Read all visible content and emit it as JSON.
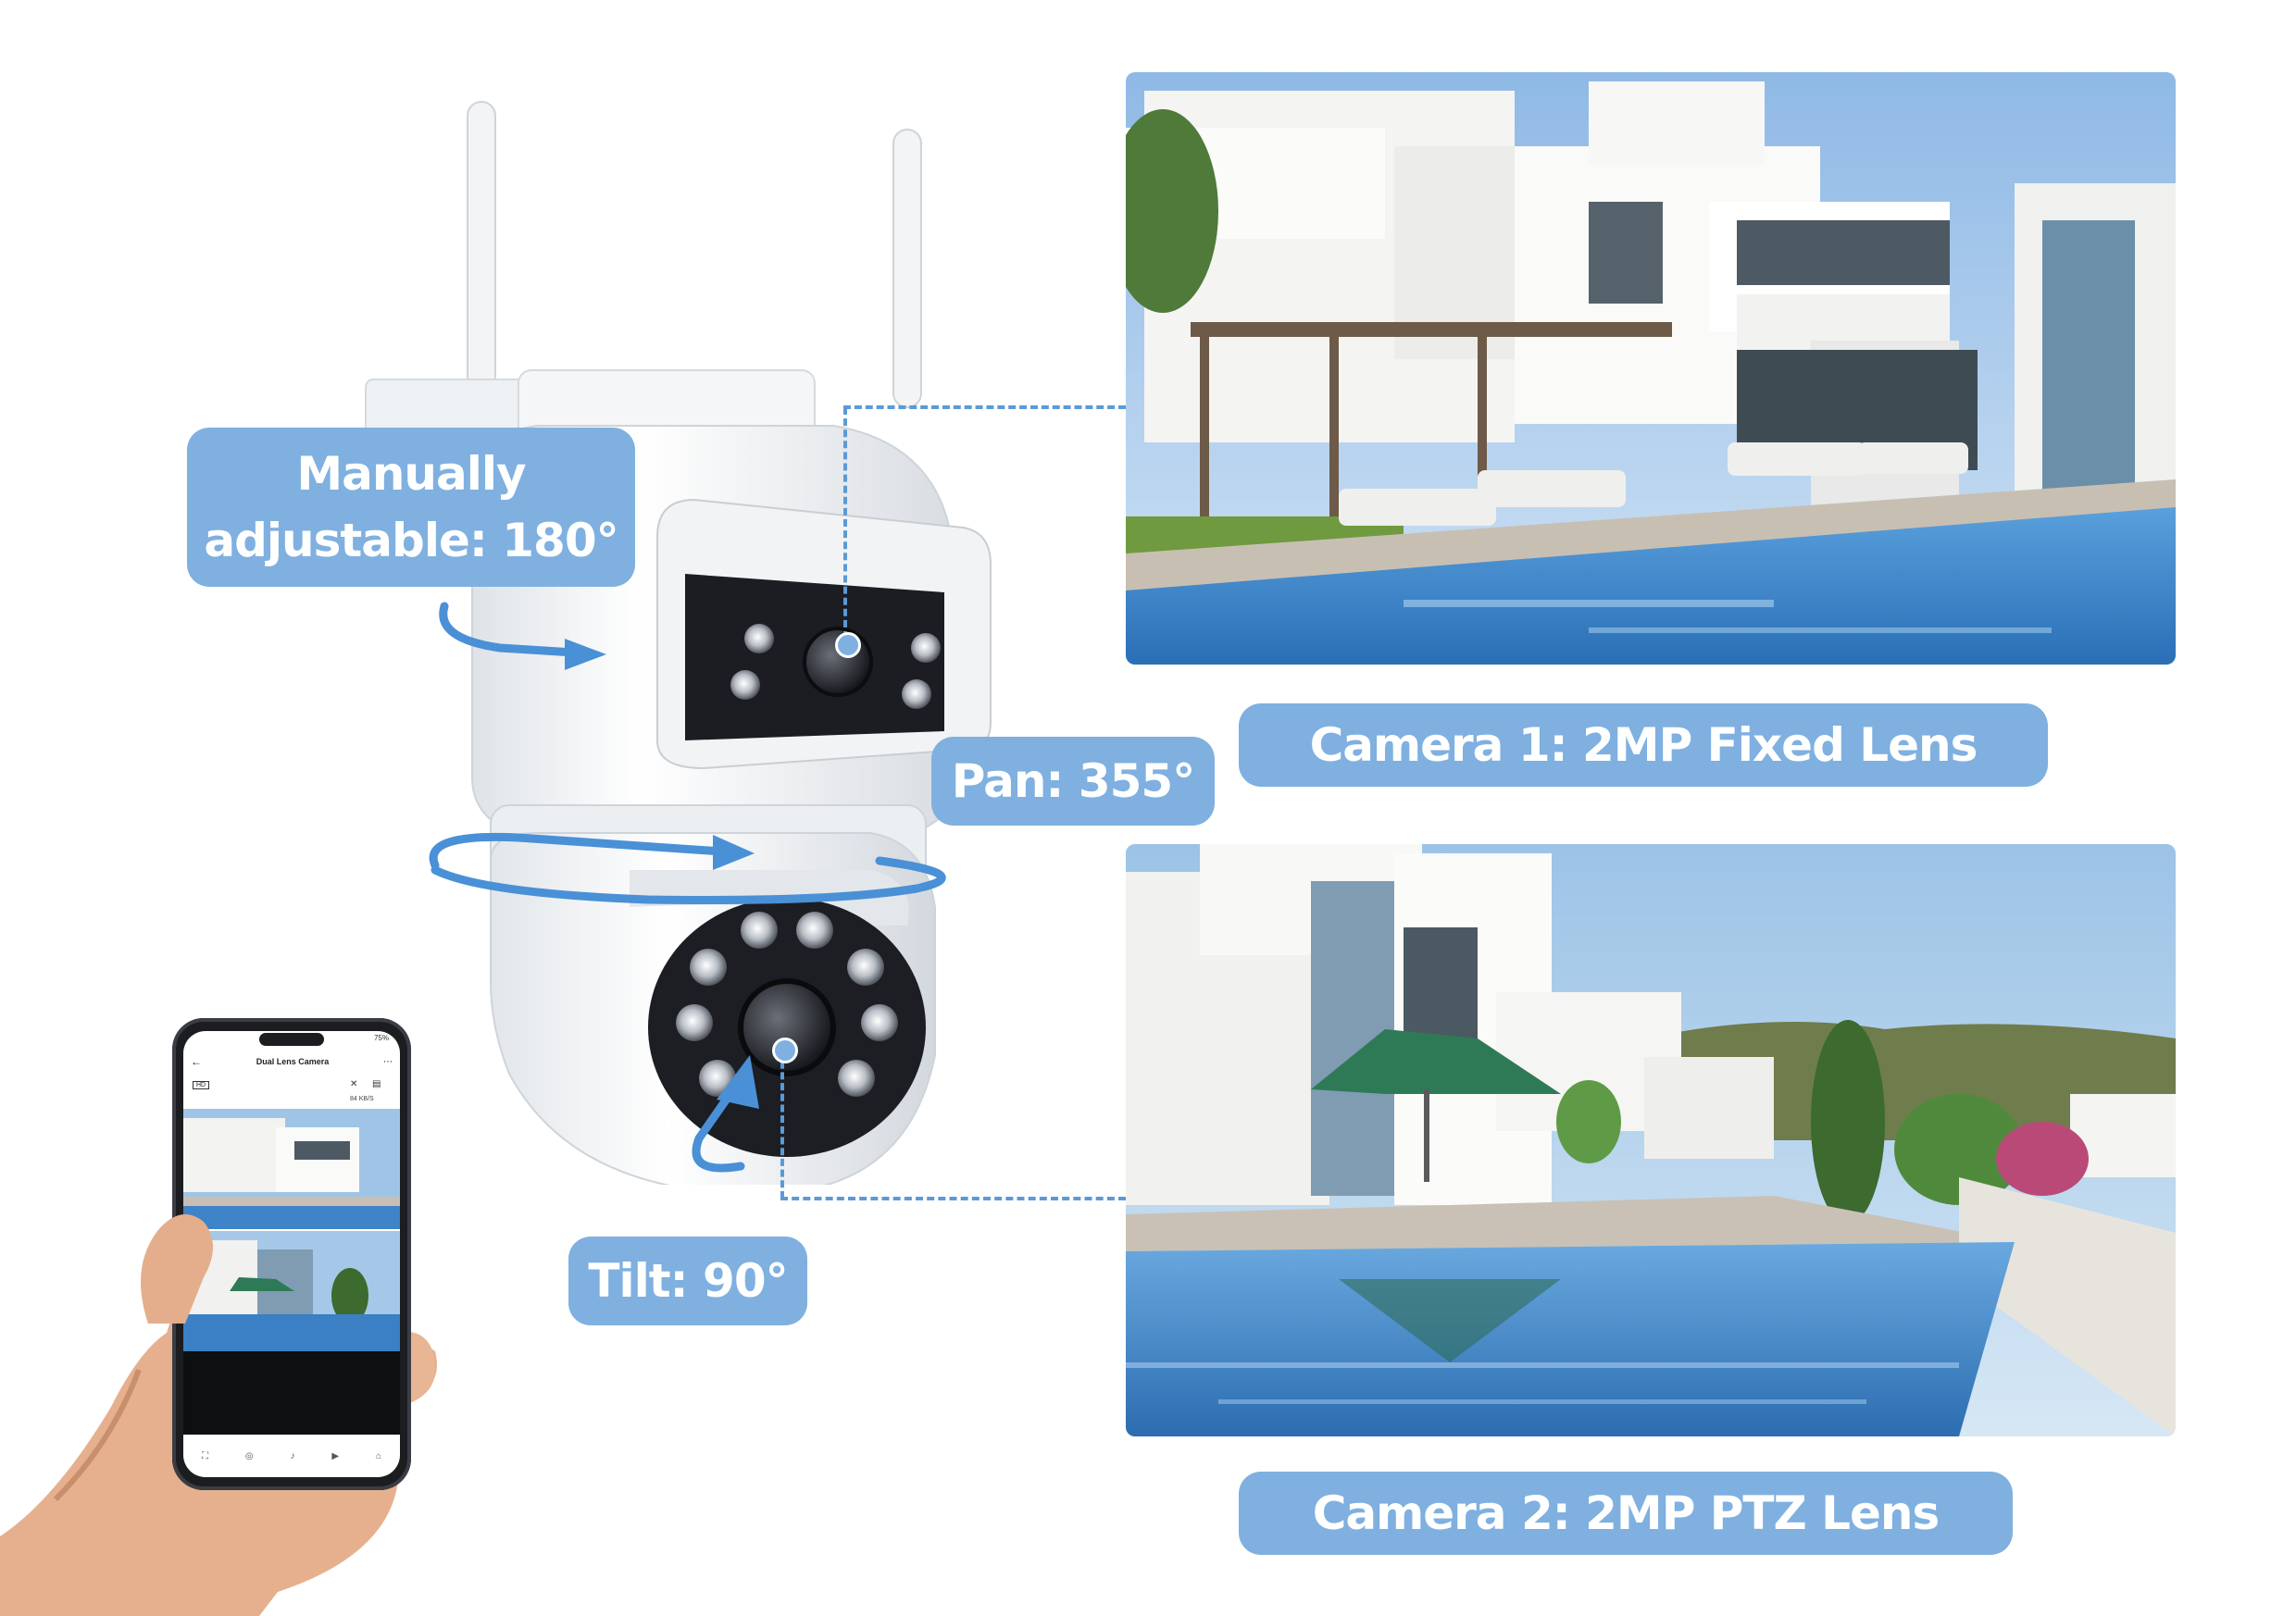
{
  "labels": {
    "manual_line1": "Manually",
    "manual_line2": "adjustable: 180°",
    "pan": "Pan: 355°",
    "tilt": "Tilt: 90°",
    "camera1": "Camera 1: 2MP Fixed Lens",
    "camera2": "Camera 2: 2MP PTZ Lens"
  },
  "phone": {
    "app_title": "Dual Lens Camera",
    "quality_badge": "HD",
    "bitrate": "84 KB/S",
    "battery": "75%"
  },
  "colors": {
    "accent": "#7fb0e0",
    "dashed_line": "#5b9ad6",
    "arrow": "#4a90d6"
  },
  "icons": [
    "back-arrow-icon",
    "more-icon",
    "mute-icon",
    "split-view-icon",
    "fullscreen-icon",
    "snapshot-icon",
    "microphone-icon",
    "record-icon",
    "ptz-icon"
  ]
}
